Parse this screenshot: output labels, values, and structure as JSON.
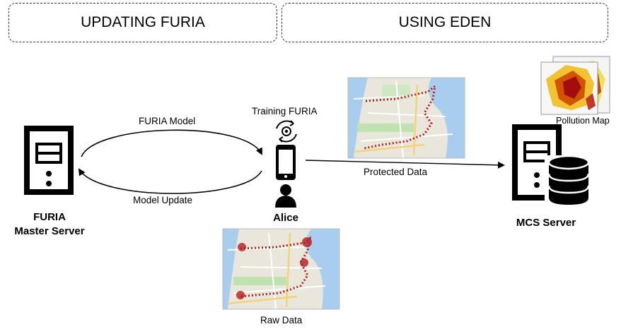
{
  "phases": {
    "left": "UPDATING FURIA",
    "right": "USING EDEN"
  },
  "nodes": {
    "master_server_line1": "FURIA",
    "master_server_line2": "Master Server",
    "alice": "Alice",
    "mcs_server": "MCS Server"
  },
  "edges": {
    "furia_model": "FURIA Model",
    "model_update": "Model Update",
    "protected_data": "Protected Data",
    "training": "Training FURIA"
  },
  "images": {
    "raw_data": "Raw Data",
    "pollution_map": "Pollution Map"
  },
  "icons": [
    "server-icon",
    "refresh-gear-icon",
    "smartphone-icon",
    "person-icon",
    "database-icon"
  ]
}
